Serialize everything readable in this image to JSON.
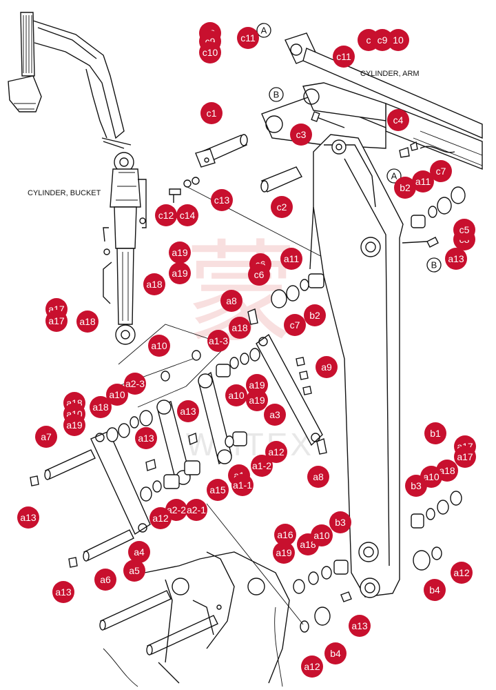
{
  "captions": {
    "cylinder_arm": "CYLINDER, ARM",
    "cylinder_bucket": "CYLINDER, BUCKET"
  },
  "callouts": [
    "A",
    "B",
    "A",
    "B"
  ],
  "part_labels": [
    "c9",
    "c9",
    "c10",
    "c11",
    "c11",
    "c",
    "c9",
    "10",
    "c1",
    "c3",
    "c4",
    "c2",
    "c12",
    "c14",
    "c13",
    "b2",
    "a11",
    "c7",
    "c5",
    "c8",
    "a13",
    "a11",
    "c6",
    "c6",
    "b2",
    "c7",
    "a8",
    "a19",
    "a19",
    "a18",
    "a17",
    "a17",
    "a18",
    "a10",
    "a18",
    "a1-3",
    "a9",
    "a10",
    "a19",
    "a3",
    "a13",
    "a2-3",
    "a10",
    "a18",
    "a13",
    "a19",
    "a7",
    "a12",
    "a1",
    "a1-2",
    "a1-1",
    "a15",
    "a8",
    "a13",
    "a2-2",
    "a2-1",
    "a12",
    "a4",
    "a5",
    "a6",
    "a13",
    "b1",
    "a17",
    "a18",
    "a10",
    "b3",
    "a16",
    "a19",
    "a18",
    "a10",
    "b3",
    "b4",
    "a12",
    "b4",
    "a13",
    "a12"
  ]
}
